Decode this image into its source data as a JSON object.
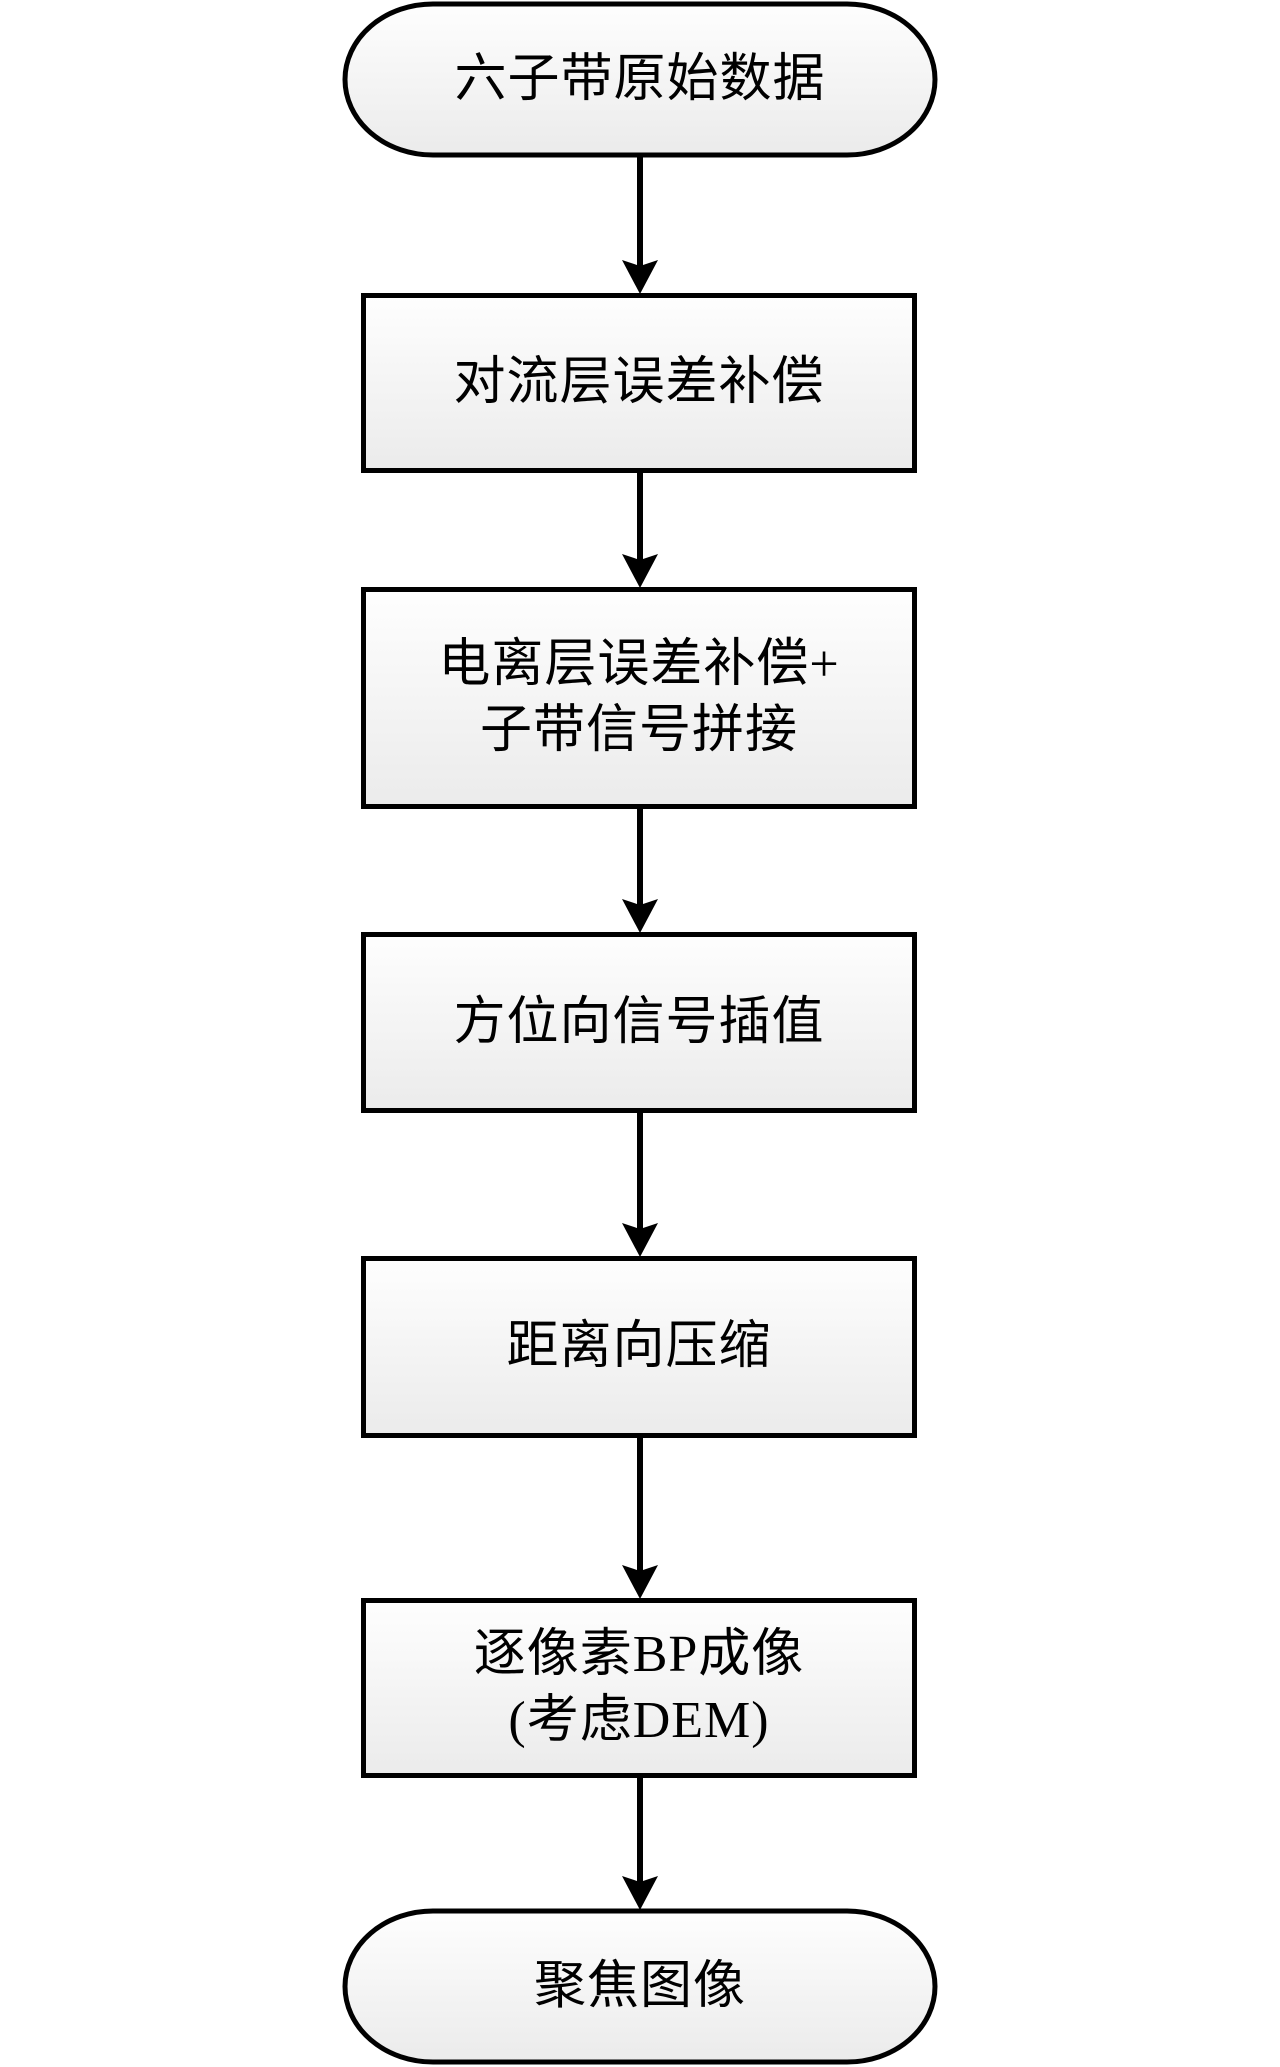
{
  "diagram": {
    "type": "flowchart",
    "direction": "top-to-bottom",
    "colors": {
      "stroke": "#000000",
      "fill_top": "#fefefe",
      "fill_bottom": "#ebebeb",
      "background": "#ffffff"
    },
    "nodes": [
      {
        "id": "start",
        "shape": "terminator",
        "lines": [
          "六子带原始数据"
        ]
      },
      {
        "id": "troposphere",
        "shape": "process",
        "lines": [
          "对流层误差补偿"
        ]
      },
      {
        "id": "ionosphere",
        "shape": "process",
        "lines": [
          "电离层误差补偿+",
          "子带信号拼接"
        ]
      },
      {
        "id": "azimuth",
        "shape": "process",
        "lines": [
          "方位向信号插值"
        ]
      },
      {
        "id": "range",
        "shape": "process",
        "lines": [
          "距离向压缩"
        ]
      },
      {
        "id": "bp",
        "shape": "process",
        "lines": [
          "逐像素BP成像",
          "(考虑DEM)"
        ]
      },
      {
        "id": "end",
        "shape": "terminator",
        "lines": [
          "聚焦图像"
        ]
      }
    ],
    "edges": [
      {
        "from": "start",
        "to": "troposphere"
      },
      {
        "from": "troposphere",
        "to": "ionosphere"
      },
      {
        "from": "ionosphere",
        "to": "azimuth"
      },
      {
        "from": "azimuth",
        "to": "range"
      },
      {
        "from": "range",
        "to": "bp"
      },
      {
        "from": "bp",
        "to": "end"
      }
    ]
  }
}
